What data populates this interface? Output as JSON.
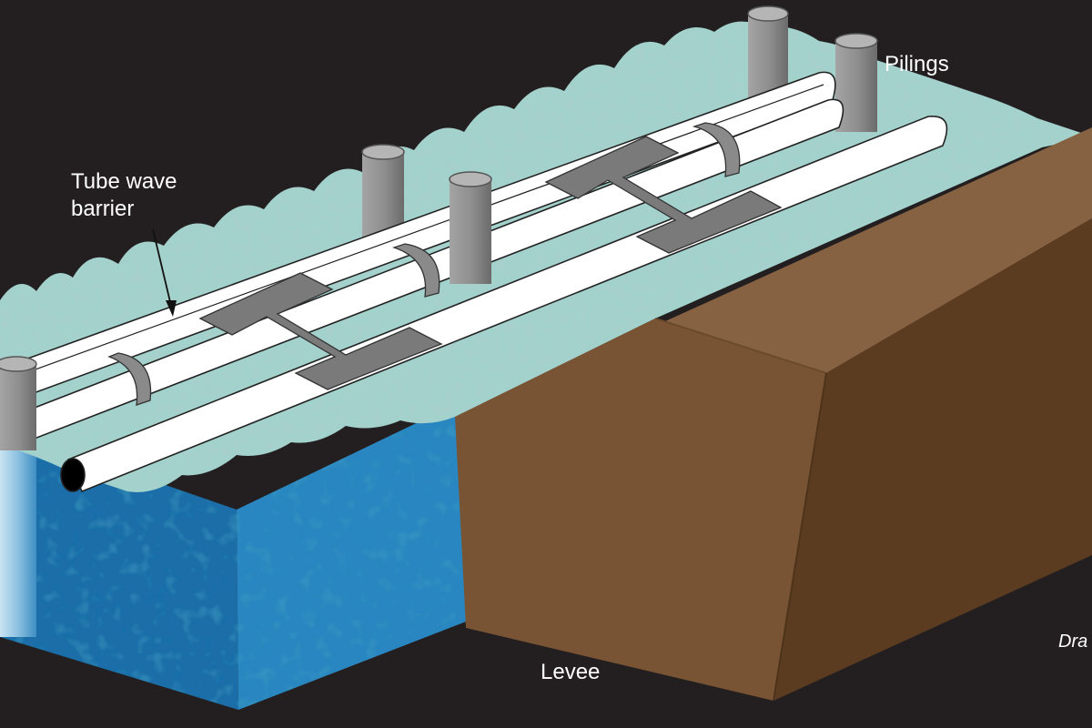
{
  "labels": {
    "tube_wave_barrier_line1": "Tube wave",
    "tube_wave_barrier_line2": "barrier",
    "pilings": "Pilings",
    "levee": "Levee",
    "credit": "Dra"
  },
  "colors": {
    "background": "#231f20",
    "water_surface": "#a3d1cc",
    "water_front": "#1c6ea8",
    "water_side": "#2a86c0",
    "levee_top": "#876242",
    "levee_front": "#795434",
    "levee_side": "#5c3c20",
    "piling": "#8d8d8d",
    "tube": "#ffffff"
  }
}
